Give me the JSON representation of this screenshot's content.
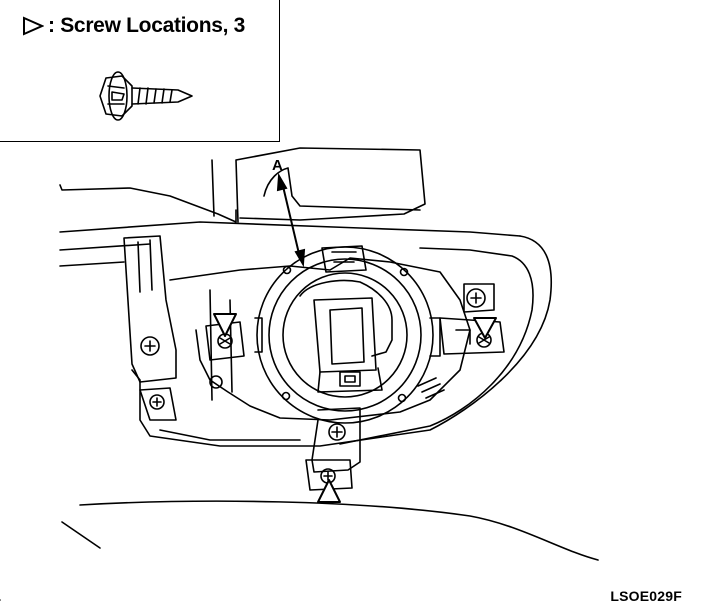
{
  "legend": {
    "label": ": Screw Locations, 3"
  },
  "callouts": {
    "a": "A"
  },
  "figure_code": "LSOE029F",
  "icons": {
    "legend_marker": "screw-location-triangle-icon",
    "screw": "hex-flange-screw-icon"
  },
  "colors": {
    "line": "#000000",
    "background": "#ffffff"
  }
}
